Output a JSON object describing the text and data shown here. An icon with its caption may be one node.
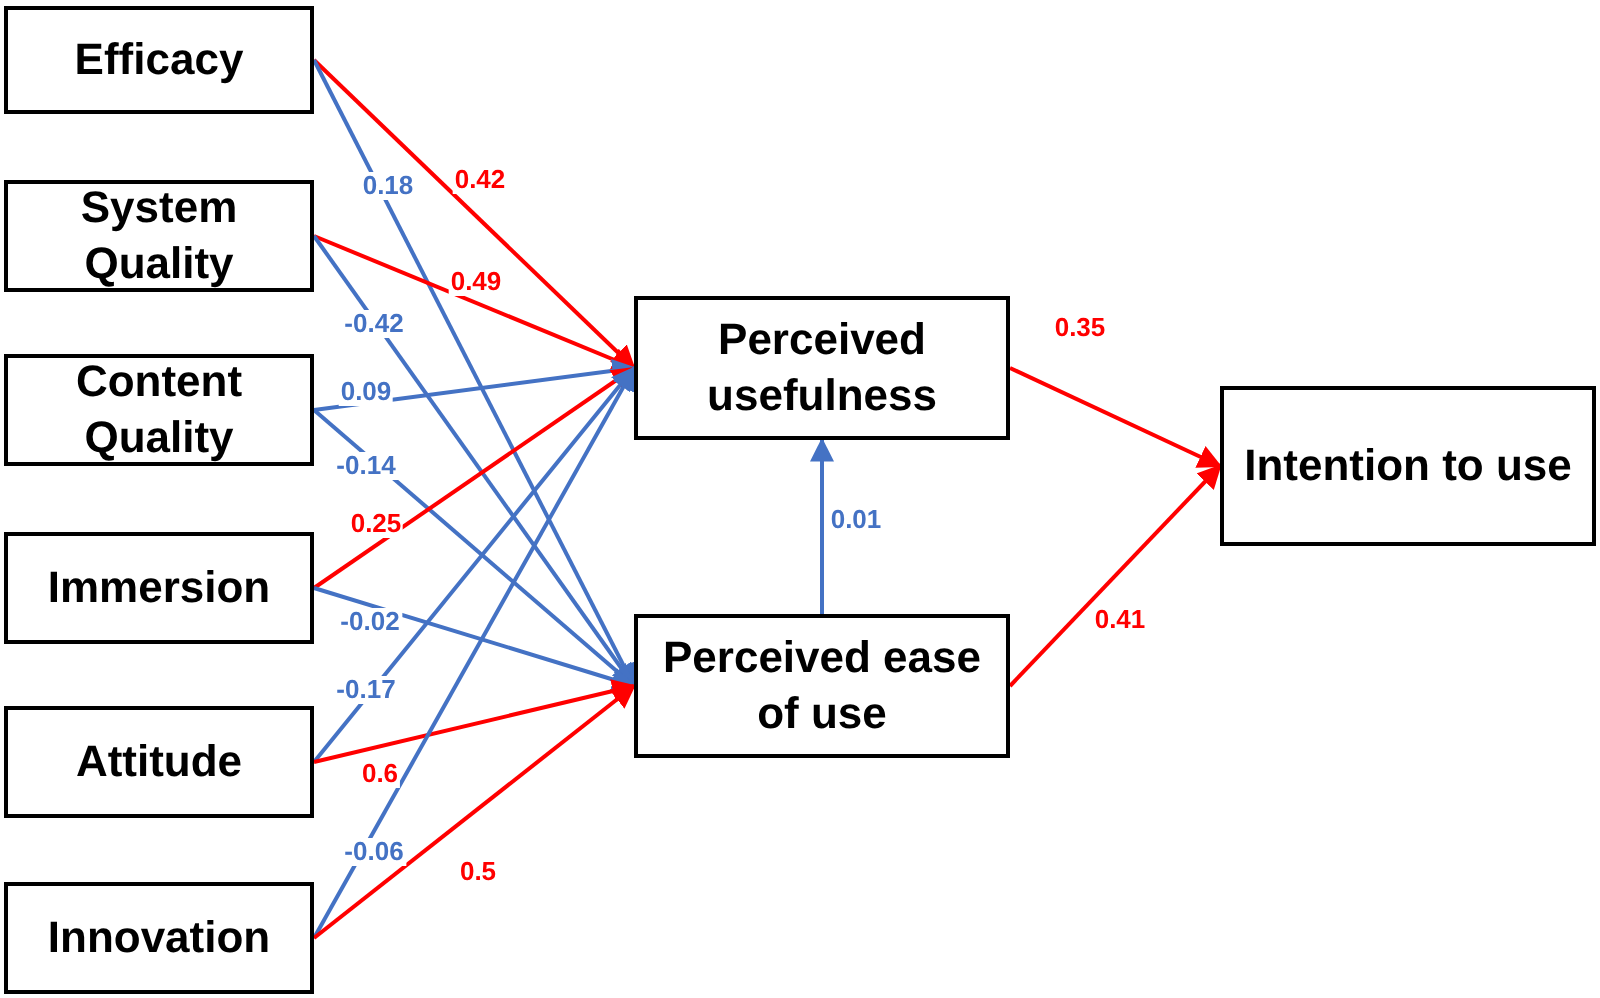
{
  "diagram": {
    "nodes": [
      {
        "text": [
          "Efficacy"
        ]
      },
      {
        "text": [
          "System Quality"
        ]
      },
      {
        "text": [
          "Content Quality"
        ]
      },
      {
        "text": [
          "Immersion"
        ]
      },
      {
        "text": [
          "Attitude"
        ]
      },
      {
        "text": [
          "Innovation"
        ]
      },
      {
        "text": [
          "Perceived usefulness"
        ]
      },
      {
        "text": [
          "Perceived ease of use"
        ]
      },
      {
        "text": [
          "Intention to use"
        ]
      }
    ],
    "edges": [
      {
        "from": 0,
        "to": 6,
        "arrow": "to",
        "label": "0.42",
        "color": "#ff0000"
      },
      {
        "from": 0,
        "to": 7,
        "arrow": "to",
        "label": "0.18"
      },
      {
        "from": 1,
        "to": 6,
        "arrow": "to",
        "label": "0.49",
        "color": "#ff0000"
      },
      {
        "from": 1,
        "to": 7,
        "arrow": "to",
        "label": "-0.42"
      },
      {
        "from": 2,
        "to": 6,
        "arrow": "to",
        "label": "0.09"
      },
      {
        "from": 2,
        "to": 7,
        "arrow": "to",
        "label": "-0.14"
      },
      {
        "from": 3,
        "to": 6,
        "arrow": "to",
        "label": "0.25",
        "color": "#ff0000"
      },
      {
        "from": 3,
        "to": 7,
        "arrow": "to",
        "label": "-0.02"
      },
      {
        "from": 4,
        "to": 6,
        "arrow": "to",
        "label": "-0.17"
      },
      {
        "from": 4,
        "to": 7,
        "arrow": "to",
        "label": "0.6",
        "color": "#ff0000"
      },
      {
        "from": 5,
        "to": 6,
        "arrow": "to",
        "label": "-0.06"
      },
      {
        "from": 5,
        "to": 7,
        "arrow": "to",
        "label": "0.5",
        "color": "#ff0000"
      },
      {
        "from": 7,
        "to": 6,
        "arrow": "to",
        "label": "0.01"
      },
      {
        "from": 6,
        "to": 8,
        "arrow": "to",
        "label": "0.35",
        "color": "#ff0000"
      },
      {
        "from": 7,
        "to": 8,
        "arrow": "to",
        "label": "0.41",
        "color": "#ff0000"
      }
    ]
  }
}
